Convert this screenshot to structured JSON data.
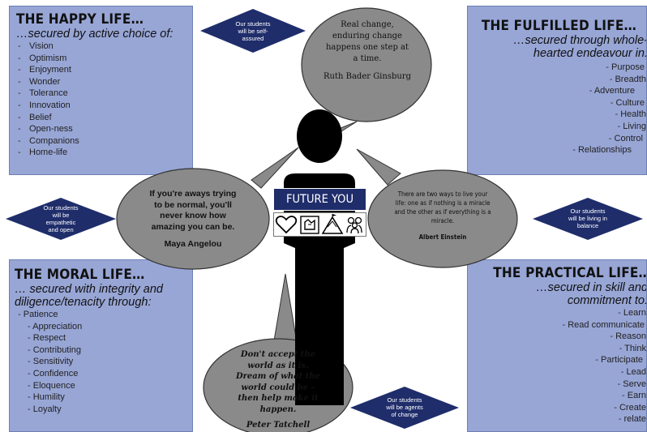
{
  "happy": {
    "title": "THE HAPPY LIFE…",
    "subtitle": "…secured by active choice of:",
    "items": [
      "Vision",
      "Optimism",
      "Enjoyment",
      "Wonder",
      "Tolerance",
      "Innovation",
      "Belief",
      "Open-ness",
      "Companions",
      "Home-life"
    ]
  },
  "fulfilled": {
    "title": "THE FULFILLED LIFE…",
    "subtitle_line1": "…secured through whole-",
    "subtitle_line2": "hearted endeavour in:",
    "items": [
      "Purpose",
      "Breadth",
      "Adventure",
      "Culture",
      "Health",
      "Living",
      "Control",
      "Relationships"
    ]
  },
  "moral": {
    "title": "THE MORAL LIFE…",
    "subtitle_line1": "… secured with integrity and",
    "subtitle_line2": "diligence/tenacity through:",
    "items": [
      "Patience",
      "Appreciation",
      "Respect",
      "Contributing",
      "Sensitivity",
      "Confidence",
      "Eloquence",
      "Humility",
      "Loyalty"
    ]
  },
  "practical": {
    "title": "THE PRACTICAL LIFE…",
    "subtitle_line1": "…secured in skill and",
    "subtitle_line2": "commitment to:",
    "items": [
      "Learn",
      "Read communicate",
      "Reason",
      "Think",
      "Participate",
      "Lead",
      "Serve",
      "Earn",
      "Create",
      "relate"
    ]
  },
  "diamonds": {
    "top": "Our students will be self-assured",
    "left": "Our students will be empathetic and open",
    "right": "Our students will be living in balance",
    "bottom": "Our students will be agents of change"
  },
  "quotes": {
    "ginsburg": {
      "text": "Real change, enduring change happens one step at a time.",
      "author": "Ruth Bader Ginsburg"
    },
    "angelou": {
      "text": "If you're aways trying to be normal, you'll never know how amazing you can be.",
      "author": "Maya Angelou"
    },
    "einstein": {
      "text": "There are two ways to live your life: one as if nothing is a miracle and the other as if everything is a miracle.",
      "author": "Albert Einstein"
    },
    "tatchell": {
      "text": "Don't accept the world as it is. Dream of what the world could be – then help make it happen.",
      "author": "Peter Tatchell"
    }
  },
  "figure": {
    "banner": "FUTURE YOU",
    "icons": [
      "heart-icon",
      "hands-icon",
      "mountain-icon",
      "people-icon"
    ]
  },
  "colors": {
    "panel": "#98a6d6",
    "navy": "#1f2d6b",
    "bubble": "#8a8a8a",
    "figure": "#000000"
  }
}
